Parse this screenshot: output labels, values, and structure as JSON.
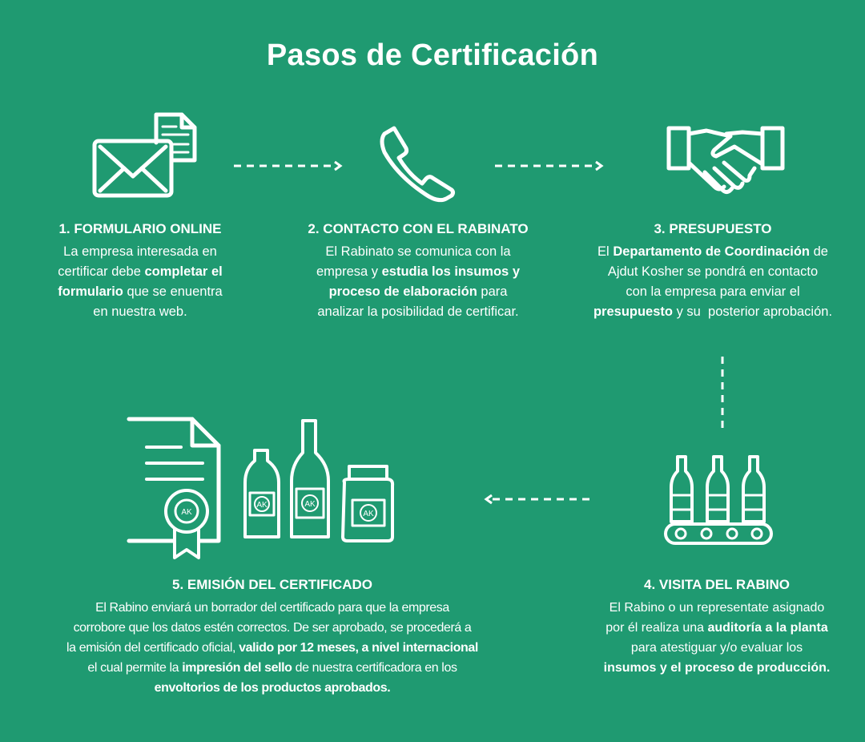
{
  "title": "Pasos de Certificación",
  "colors": {
    "background": "#1f9a71",
    "foreground": "#ffffff"
  },
  "steps": [
    {
      "id": "step-1",
      "icon": "envelope-document-icon",
      "heading": "1. FORMULARIO ONLINE",
      "lines": [
        [
          {
            "t": "La empresa interesada en",
            "b": false
          }
        ],
        [
          {
            "t": "certificar debe ",
            "b": false
          },
          {
            "t": "completar el",
            "b": true
          }
        ],
        [
          {
            "t": "formulario",
            "b": true
          },
          {
            "t": " que se enuentra",
            "b": false
          }
        ],
        [
          {
            "t": "en nuestra web.",
            "b": false
          }
        ]
      ]
    },
    {
      "id": "step-2",
      "icon": "phone-icon",
      "heading": "2. CONTACTO CON EL RABINATO",
      "lines": [
        [
          {
            "t": "El Rabinato se comunica con la",
            "b": false
          }
        ],
        [
          {
            "t": "empresa y ",
            "b": false
          },
          {
            "t": "estudia los insumos y",
            "b": true
          }
        ],
        [
          {
            "t": "proceso de elaboración",
            "b": true
          },
          {
            "t": " para",
            "b": false
          }
        ],
        [
          {
            "t": "analizar la posibilidad de certificar.",
            "b": false
          }
        ]
      ]
    },
    {
      "id": "step-3",
      "icon": "handshake-icon",
      "heading": "3. PRESUPUESTO",
      "lines": [
        [
          {
            "t": "El ",
            "b": false
          },
          {
            "t": "Departamento de Coordinación",
            "b": true
          },
          {
            "t": " de",
            "b": false
          }
        ],
        [
          {
            "t": "Ajdut Kosher se pondrá en contacto",
            "b": false
          }
        ],
        [
          {
            "t": "con la empresa para enviar el",
            "b": false
          }
        ],
        [
          {
            "t": "presupuesto",
            "b": true
          },
          {
            "t": " y su  posterior aprobación.",
            "b": false
          }
        ]
      ]
    },
    {
      "id": "step-4",
      "icon": "bottles-conveyor-icon",
      "heading": "4. VISITA DEL RABINO",
      "lines": [
        [
          {
            "t": "El Rabino o un representate asignado",
            "b": false
          }
        ],
        [
          {
            "t": "por él realiza una ",
            "b": false
          },
          {
            "t": "auditoría a la planta",
            "b": true
          }
        ],
        [
          {
            "t": "para atestiguar y/o evaluar los",
            "b": false
          }
        ],
        [
          {
            "t": "insumos y el proceso de producción.",
            "b": true
          }
        ]
      ]
    },
    {
      "id": "step-5",
      "icon": "certificate-products-icon",
      "heading": "5. EMISIÓN DEL CERTIFICADO",
      "lines": [
        [
          {
            "t": "El Rabino enviará un borrador del certificado para que la empresa",
            "b": false
          }
        ],
        [
          {
            "t": "corrobore que los datos estén correctos. De ser aprobado, se procederá a",
            "b": false
          }
        ],
        [
          {
            "t": "la emisión del certificado oficial, ",
            "b": false
          },
          {
            "t": "valido por 12 meses, a nivel internacional",
            "b": true
          }
        ],
        [
          {
            "t": "el cual permite la ",
            "b": false
          },
          {
            "t": "impresión del sello",
            "b": true
          },
          {
            "t": " de nuestra certificadora en los",
            "b": false
          }
        ],
        [
          {
            "t": "envoltorios de los productos aprobados.",
            "b": true
          }
        ]
      ]
    }
  ],
  "seal_text": "AK"
}
